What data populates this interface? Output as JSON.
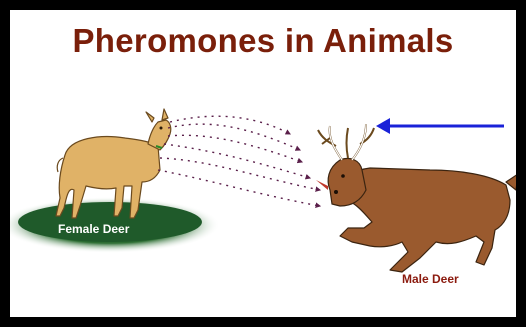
{
  "title": "Pheromones in Animals",
  "labels": {
    "female": "Female Deer",
    "male": "Male Deer"
  },
  "colors": {
    "title": "#7a1f0a",
    "deer_female": "#e0b267",
    "deer_male": "#9a5a2e",
    "pheromone_trail": "#5a1f4a",
    "arrow": "#1a22d8",
    "grass": "#1f5a2a"
  },
  "icons": [
    "female-deer-icon",
    "male-deer-icon",
    "pheromone-trail-icon",
    "direction-arrow-icon"
  ]
}
